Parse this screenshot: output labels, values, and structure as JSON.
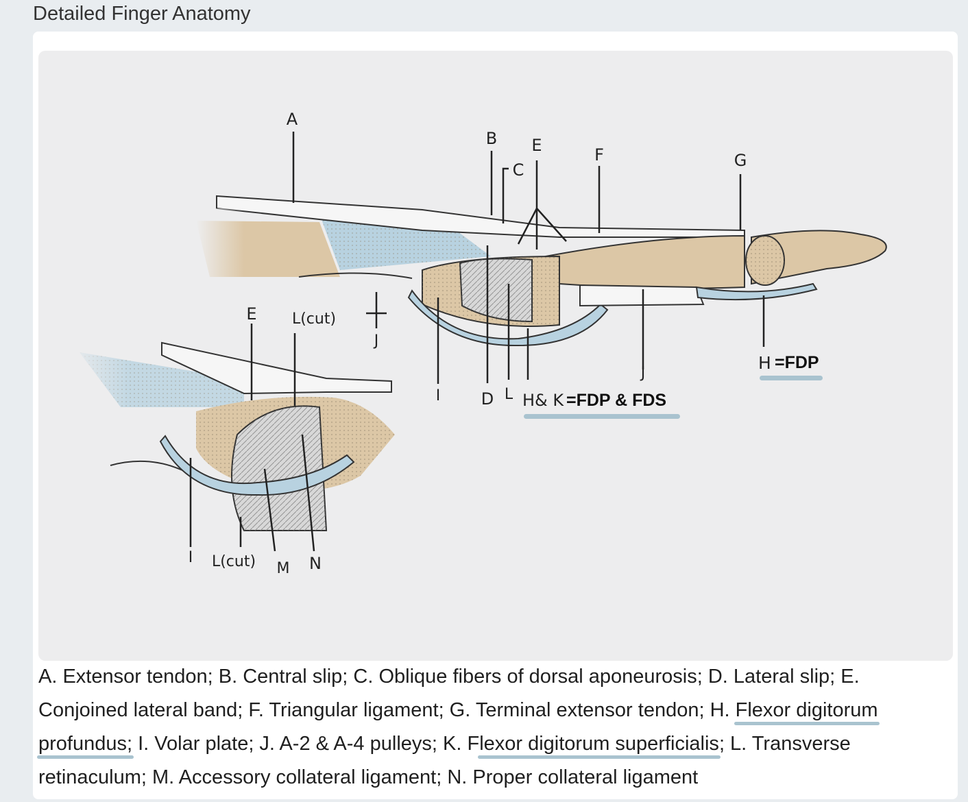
{
  "title": "Detailed Finger Anatomy",
  "diagram": {
    "main_labels": {
      "a": "A",
      "b": "B",
      "c": "C",
      "e": "E",
      "f": "F",
      "g": "G",
      "i": "I",
      "j_upper": "J",
      "j_lower": "J",
      "d": "D",
      "l": "L",
      "hk": "H& K",
      "h": "H"
    },
    "inset_labels": {
      "e": "E",
      "l_cut_top": "L(cut)",
      "i": "I",
      "l_cut_bottom": "L(cut)",
      "m": "M",
      "n": "N"
    },
    "annotations": {
      "hk_note": "=FDP & FDS",
      "h_note": "=FDP"
    },
    "colors": {
      "bone": "#dcc7a6",
      "tendon_blue": "#b8d2e0",
      "underline": "#a9c3cf"
    }
  },
  "caption": {
    "part1": "A. Extensor tendon; B. Central slip; C. Oblique fibers of dorsal aponeurosis; D. Lateral slip; E. Conjoined lateral band; F. Triangular ligament; G. Terminal extensor tendon; H.",
    "fdp_a": "Flexor digitorum",
    "fdp_b": "profundus;",
    "part2": "I. Volar plate; J. A-2 & A-4 pulleys; K. F",
    "fds": "lexor digitorum superficialis",
    "part3": "; L. Transverse retinaculum; M. Accessory collateral ligament; N. Proper collateral ligament"
  }
}
